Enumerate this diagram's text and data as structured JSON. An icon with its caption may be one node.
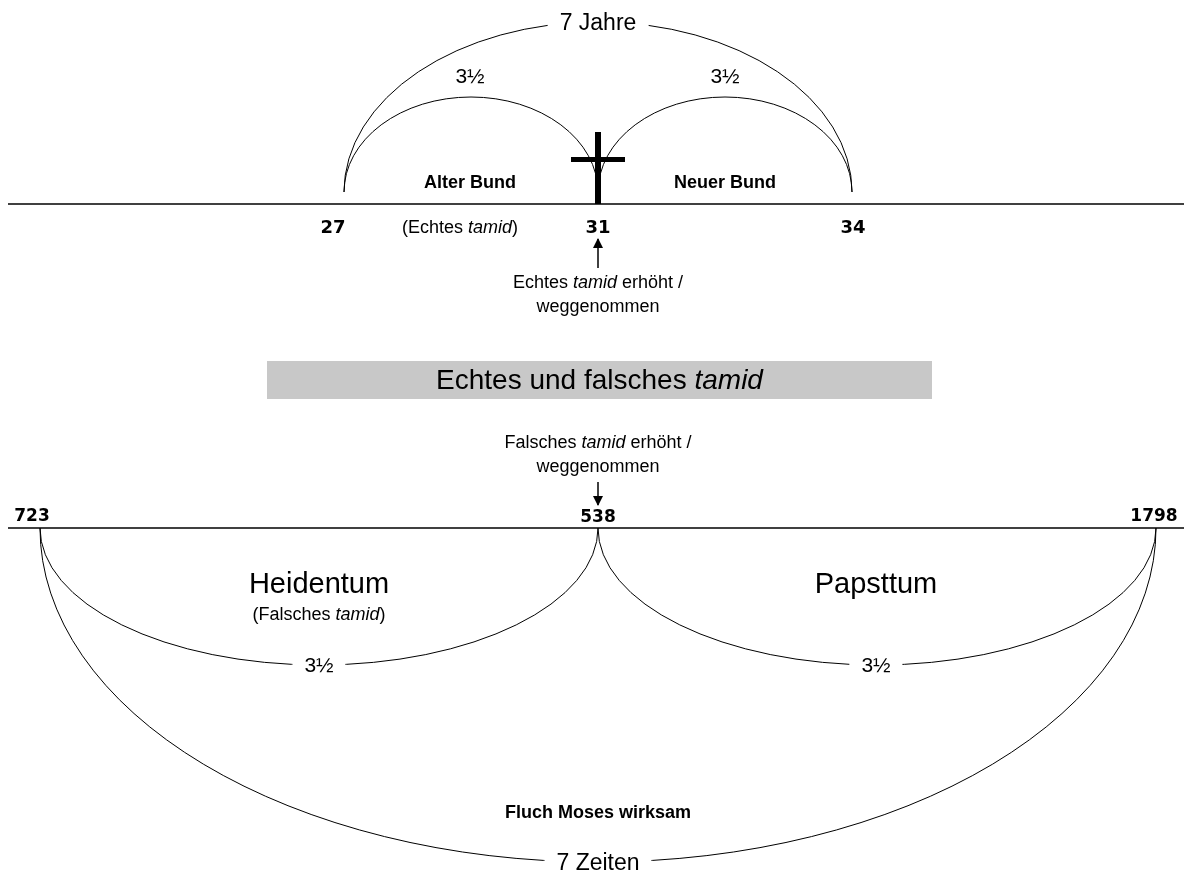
{
  "diagram": {
    "nodes": [
      {
        "text": [
          "31"
        ]
      },
      {
        "text": [
          "Echtes *tamid* erhöht / weggenommen"
        ]
      },
      {
        "text": [
          "Echtes und falsches *tamid*"
        ]
      },
      {
        "text": [
          "Falsches *tamid* erhöht / weggenommen"
        ]
      },
      {
        "text": [
          "538"
        ]
      }
    ],
    "edges": [
      {
        "from": 1,
        "to": 0,
        "arrow": "to"
      },
      {
        "from": 3,
        "to": 4,
        "arrow": "to"
      }
    ],
    "labels": [
      "7 Jahre",
      "3½",
      "3½",
      "Alter Bund",
      "Neuer Bund",
      "27",
      "(Echtes *tamid*)",
      "34",
      "723",
      "1798",
      "Heidentum",
      "(Falsches *tamid*)",
      "Papsttum",
      "3½",
      "3½",
      "Fluch Moses wirksam",
      "7 Zeiten"
    ]
  }
}
